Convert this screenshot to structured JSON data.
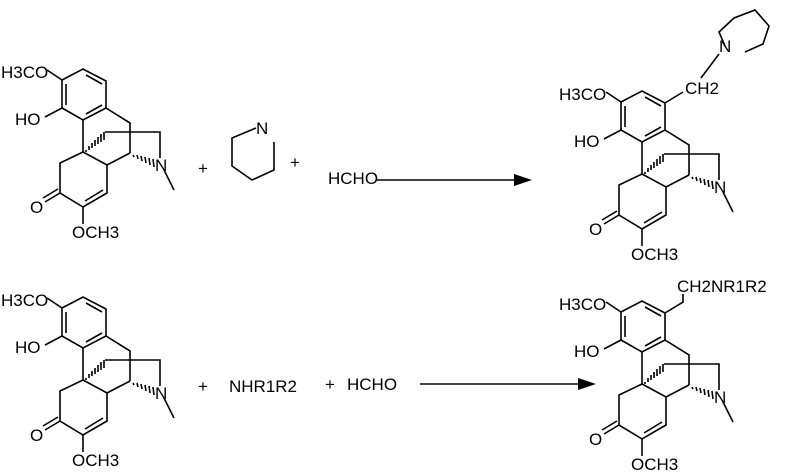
{
  "reactions": [
    {
      "reactant": {
        "ome_label": "H3CO",
        "oh_label": "HO",
        "n_label": "N",
        "ketone_o_label": "O",
        "enol_ome_label": "OCH3"
      },
      "plus1": "+",
      "reagent": {
        "n_label": "N"
      },
      "plus2": "+",
      "aldehyde": "HCHO",
      "product": {
        "ome_label": "H3CO",
        "oh_label": "HO",
        "n_label": "N",
        "ketone_o_label": "O",
        "enol_ome_label": "OCH3",
        "ch2_label": "CH2",
        "piperidine_n_label": "N"
      }
    },
    {
      "reactant": {
        "ome_label": "H3CO",
        "oh_label": "HO",
        "n_label": "N",
        "ketone_o_label": "O",
        "enol_ome_label": "OCH3"
      },
      "plus1": "+",
      "reagent": {
        "label": "NHR1R2"
      },
      "plus2": "+",
      "aldehyde": "HCHO",
      "product": {
        "ome_label": "H3CO",
        "oh_label": "HO",
        "n_label": "N",
        "ketone_o_label": "O",
        "enol_ome_label": "OCH3",
        "substituent_label": "CH2NR1R2"
      }
    }
  ]
}
